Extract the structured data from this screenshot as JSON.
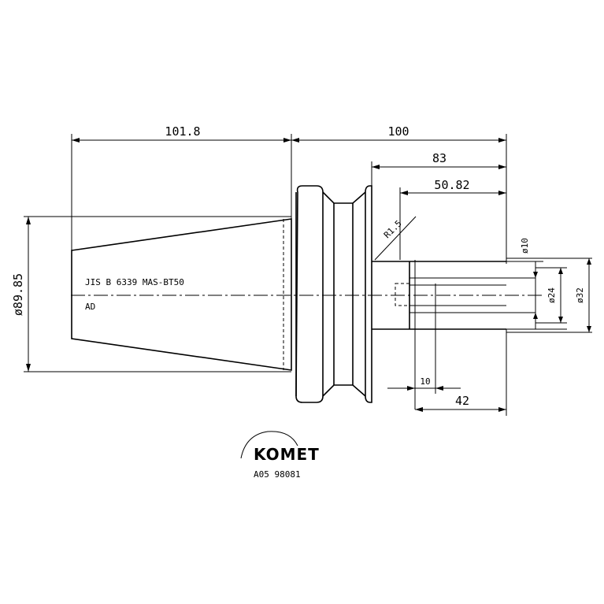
{
  "dimensions": {
    "total_taper_length": "101.8",
    "overall_length": "100",
    "length_83": "83",
    "length_50_82": "50.82",
    "radius": "R1.5",
    "diameter_10": "ø10",
    "diameter_24": "ø24",
    "diameter_32": "ø32",
    "diameter_taper": "ø89.85",
    "offset_10": "10",
    "length_42": "42"
  },
  "notes": {
    "standard": "JIS B 6339 MAS-BT50",
    "code": "AD"
  },
  "logo": {
    "brand": "KOMET",
    "part_number": "A05 98081"
  }
}
